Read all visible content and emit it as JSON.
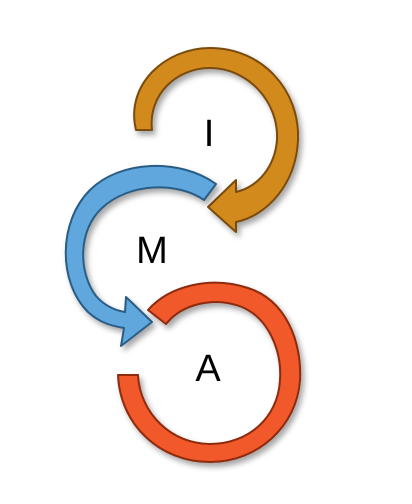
{
  "diagram": {
    "steps": [
      {
        "label": "I",
        "color": "#D38A1F",
        "stroke": "#7a4c0c"
      },
      {
        "label": "M",
        "color": "#5FA7DC",
        "stroke": "#2a5d86"
      },
      {
        "label": "A",
        "color": "#F1592A",
        "stroke": "#8e2a0c"
      }
    ]
  }
}
